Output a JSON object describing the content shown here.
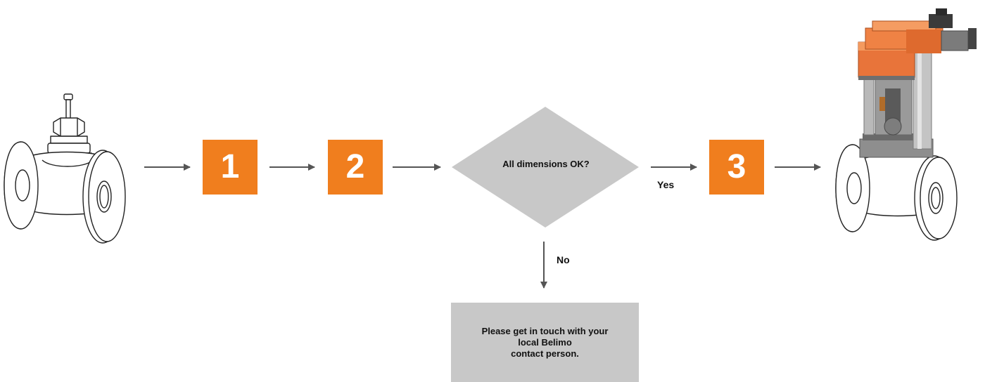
{
  "flow": {
    "steps": [
      {
        "label": "1"
      },
      {
        "label": "2"
      },
      {
        "label": "3"
      }
    ],
    "decision": {
      "question": "All dimensions OK?",
      "yes_label": "Yes",
      "no_label": "No"
    },
    "contact": {
      "lines": [
        "Please get in touch with your",
        "local Belimo",
        "contact person."
      ]
    }
  },
  "colors": {
    "step_accent": "#f07e1e",
    "decision_fill": "#c8c8c8",
    "contact_fill": "#c8c8c8",
    "arrow": "#555555"
  }
}
